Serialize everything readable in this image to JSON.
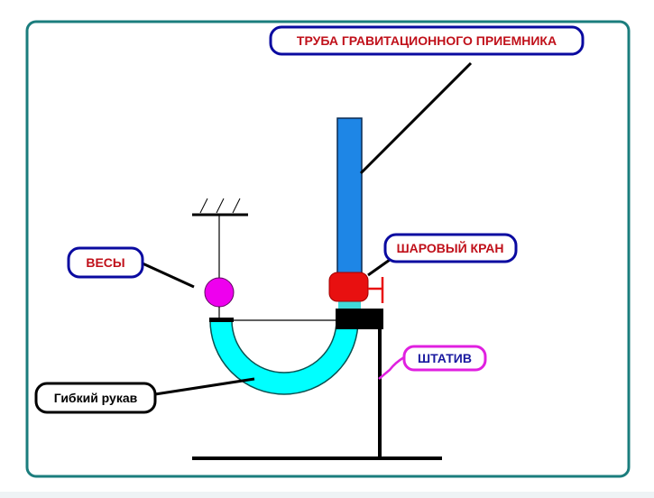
{
  "labels": {
    "pipe": "ТРУБА ГРАВИТАЦИОННОГО ПРИЕМНИКА",
    "scale": "ВЕСЫ",
    "valve": "ШАРОВЫЙ КРАН",
    "stand": "ШТАТИВ",
    "hose": "Гибкий рукав"
  },
  "colors": {
    "frame": "#1b7d7d",
    "label_border_blue": "#0a0aa0",
    "label_text_red": "#c0101a",
    "stand_label": "#e020e0",
    "pipe": "#1e86e6",
    "valve": "#e81010",
    "hose": "#00ffff",
    "scale_ball": "#ee00ee"
  }
}
